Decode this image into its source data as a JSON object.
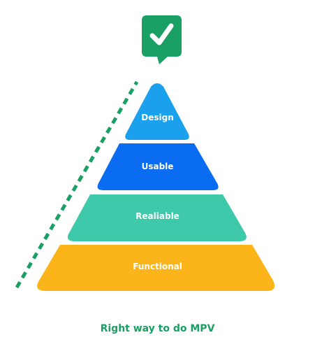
{
  "colors": {
    "accent": "#1aa064",
    "design": "#1ba0ee",
    "usable": "#0a6cf0",
    "reliable": "#3ecaaa",
    "functional": "#fbb419",
    "text_on_shape": "#ffffff"
  },
  "badge": {
    "icon": "check-mark-icon"
  },
  "pyramid": {
    "tiers": [
      {
        "label": "Design"
      },
      {
        "label": "Usable"
      },
      {
        "label": "Realiable"
      },
      {
        "label": "Functional"
      }
    ]
  },
  "caption": "Right way to do MPV"
}
